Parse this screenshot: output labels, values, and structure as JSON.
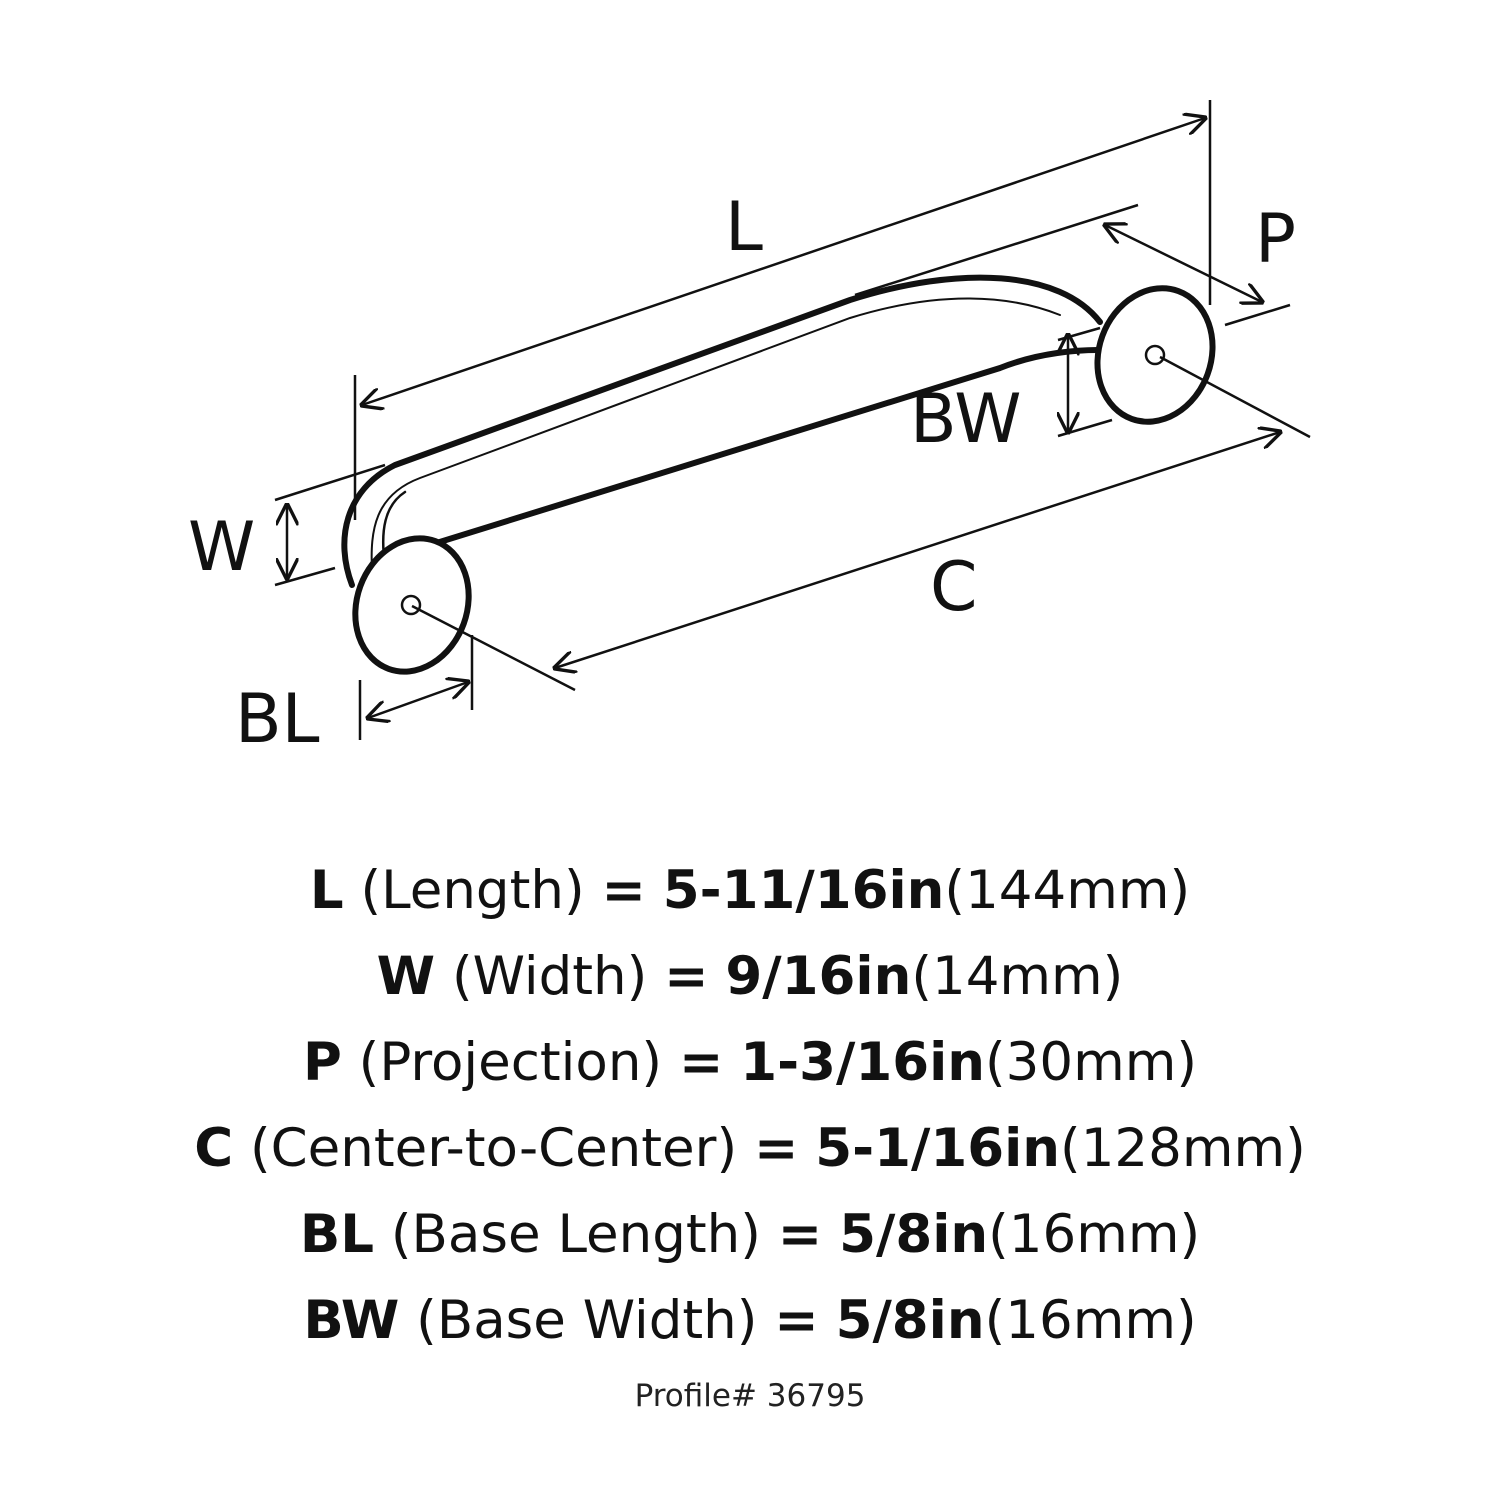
{
  "diagram": {
    "labels": {
      "L": "L",
      "P": "P",
      "BW": "BW",
      "W": "W",
      "C": "C",
      "BL": "BL"
    }
  },
  "specs": [
    {
      "key": "L",
      "name": "(Length)",
      "eq": "=",
      "imperial": "5-11/16in",
      "metric": "(144mm)"
    },
    {
      "key": "W",
      "name": "(Width)",
      "eq": "=",
      "imperial": "9/16in",
      "metric": "(14mm)"
    },
    {
      "key": "P",
      "name": "(Projection)",
      "eq": "=",
      "imperial": "1-3/16in",
      "metric": "(30mm)"
    },
    {
      "key": "C",
      "name": "(Center-to-Center)",
      "eq": "=",
      "imperial": "5-1/16in",
      "metric": "(128mm)"
    },
    {
      "key": "BL",
      "name": "(Base Length)",
      "eq": "=",
      "imperial": "5/8in",
      "metric": "(16mm)"
    },
    {
      "key": "BW",
      "name": "(Base Width)",
      "eq": "=",
      "imperial": "5/8in",
      "metric": "(16mm)"
    }
  ],
  "profile": "Profile# 36795"
}
